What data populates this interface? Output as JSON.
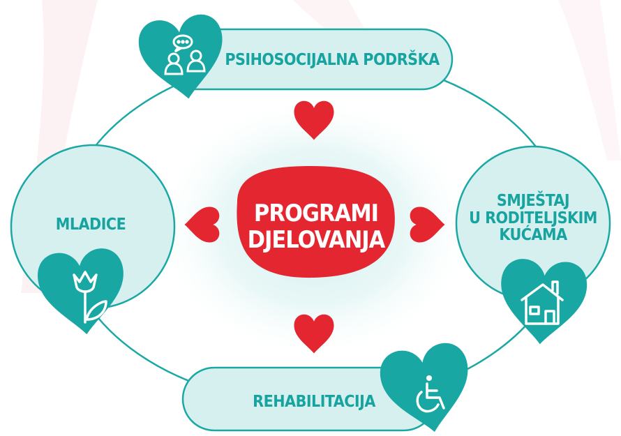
{
  "colors": {
    "teal": "#18a7a3",
    "teal_stroke": "#1aa8a4",
    "pale_fill": "#d5f0ef",
    "red": "#e3262f",
    "background_glow": "#d9f1f0",
    "background_swoosh": "#fbecef"
  },
  "center": {
    "label": "PROGRAMI\nDJELOVANJA"
  },
  "nodes": {
    "top": {
      "label": "PSIHOSOCIJALNA PODRŠKA",
      "icon": "people-chat-icon"
    },
    "left": {
      "label": "MLADICE",
      "icon": "flower-icon"
    },
    "right": {
      "label": "SMJEŠTAJ\nU RODITELJSKIM\nKUĆAMA",
      "icon": "house-icon"
    },
    "bottom": {
      "label": "REHABILITACIJA",
      "icon": "wheelchair-icon"
    }
  },
  "arrows": [
    "heart-arrow-up",
    "heart-arrow-left",
    "heart-arrow-right",
    "heart-arrow-down"
  ]
}
